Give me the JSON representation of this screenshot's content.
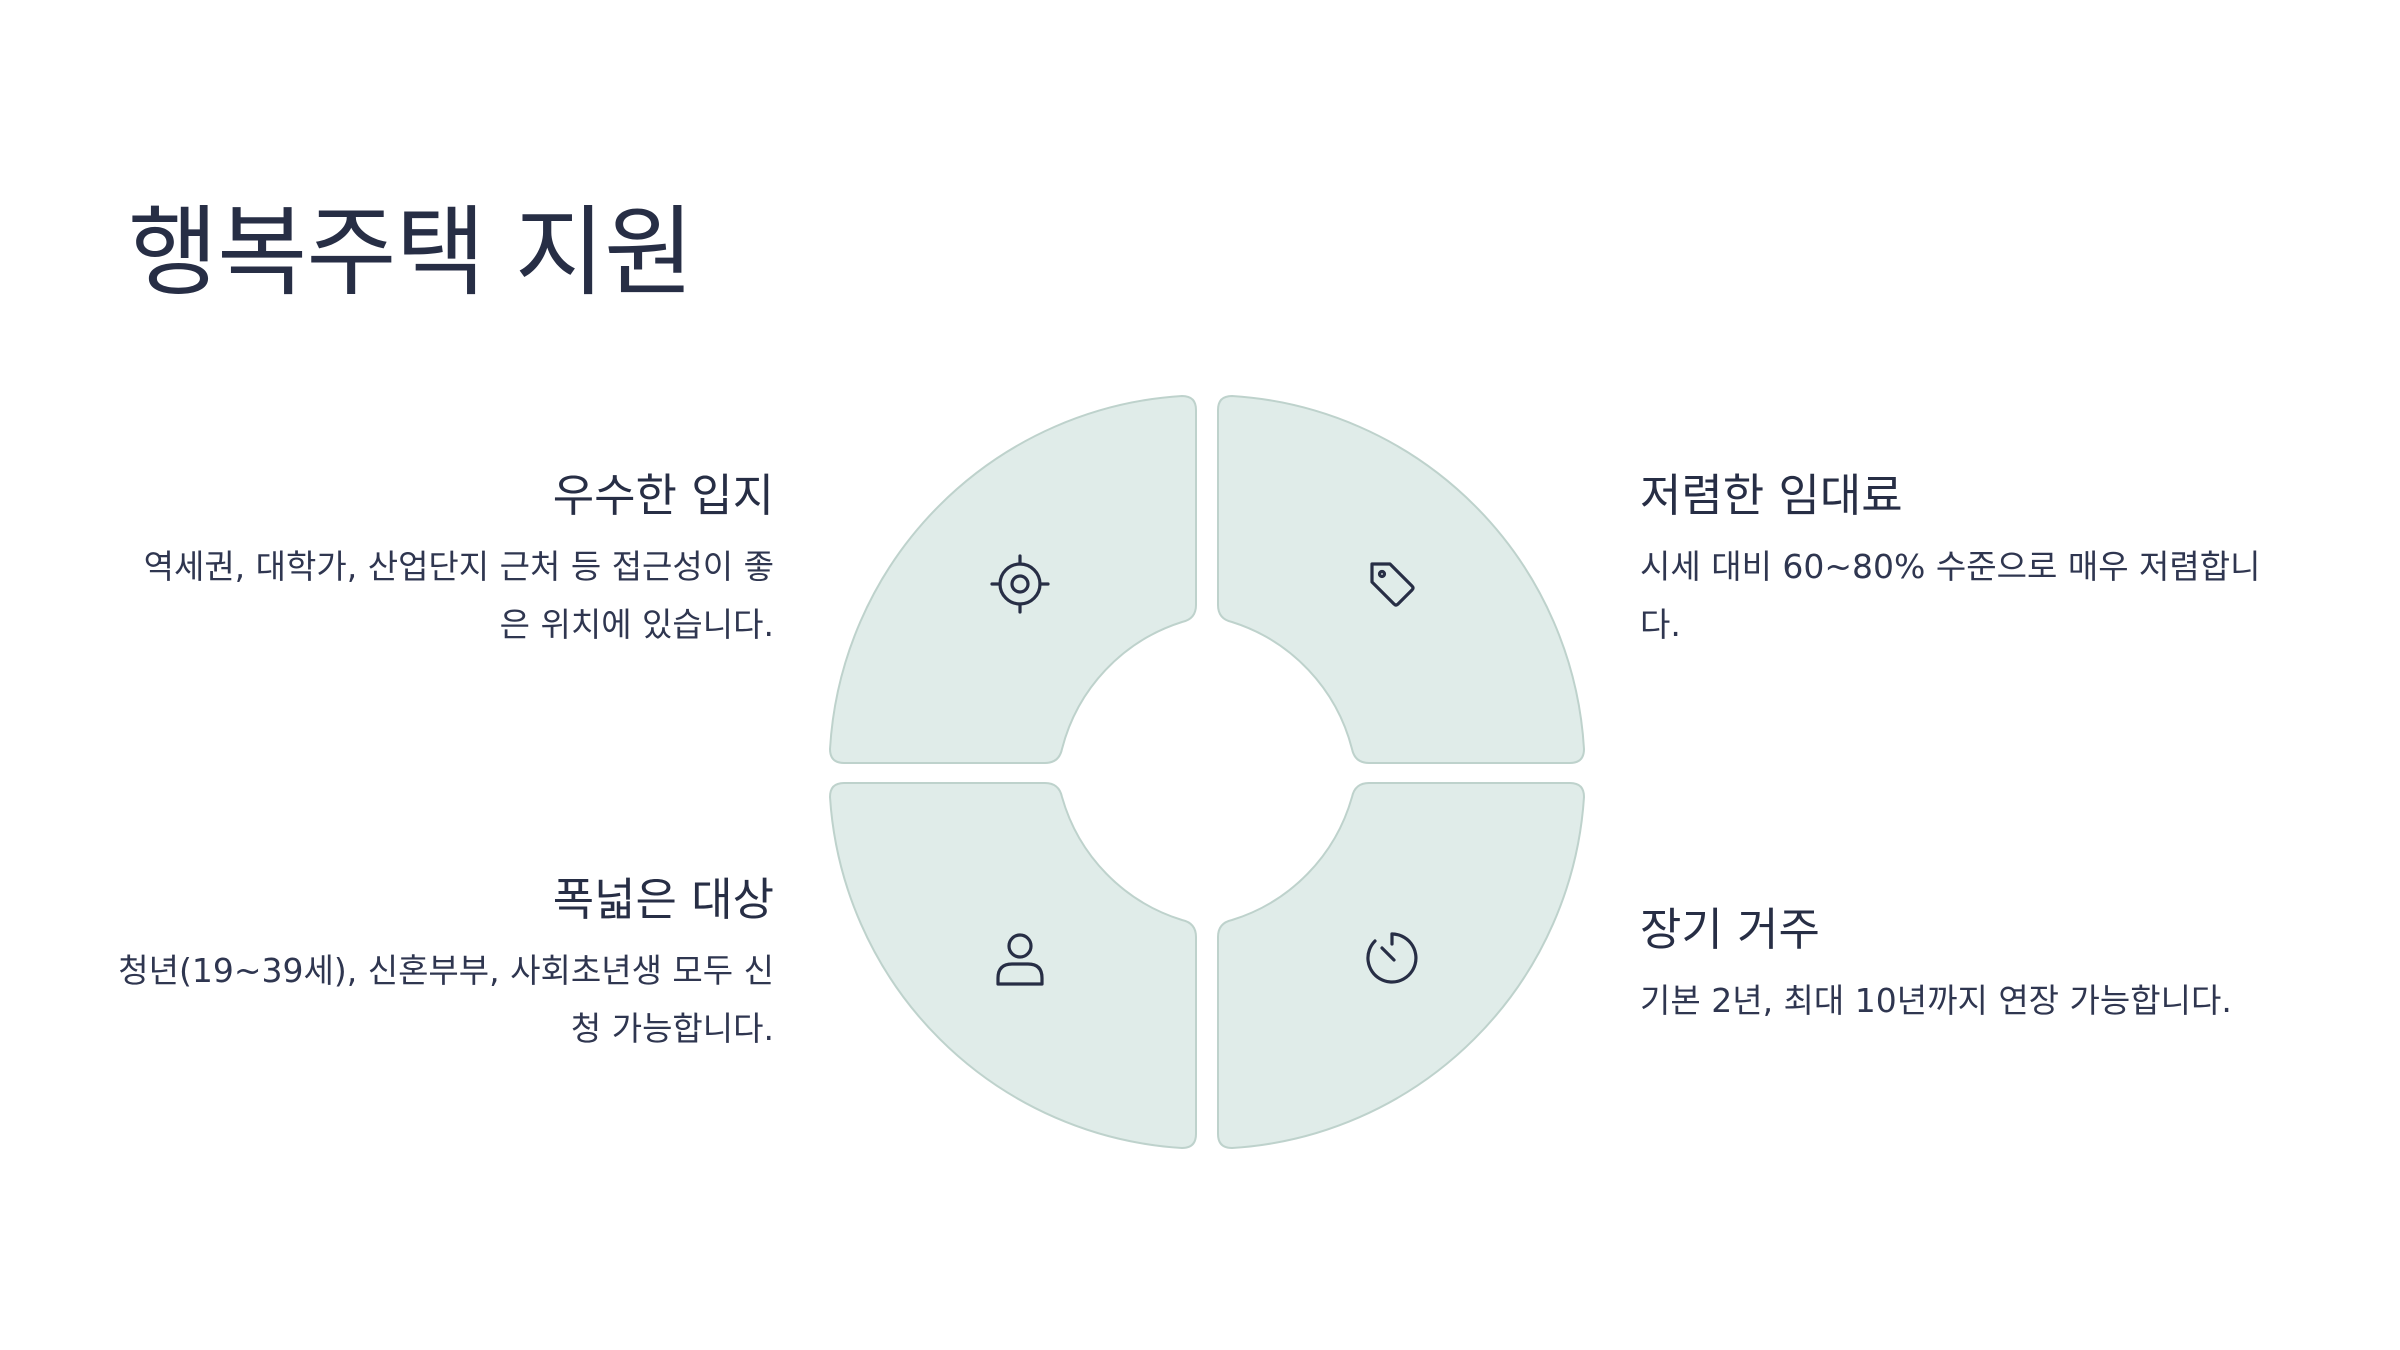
{
  "title": "행복주택 지원",
  "features": [
    {
      "id": "location",
      "title": "우수한 입지",
      "description": "역세권, 대학가, 산업단지 근처 등 접근성이 좋은 위치에 있습니다.",
      "icon": "target-icon"
    },
    {
      "id": "rent",
      "title": "저렴한 임대료",
      "description": "시세 대비 60~80% 수준으로 매우 저렴합니다.",
      "icon": "tag-icon"
    },
    {
      "id": "eligibility",
      "title": "폭넓은 대상",
      "description": "청년(19~39세), 신혼부부, 사회초년생 모두 신청 가능합니다.",
      "icon": "user-icon"
    },
    {
      "id": "residence",
      "title": "장기 거주",
      "description": "기본 2년, 최대 10년까지 연장 가능합니다.",
      "icon": "timer-icon"
    }
  ],
  "colors": {
    "segment_fill": "#e0ece9",
    "segment_stroke": "#bed2cc",
    "text": "#272e45"
  }
}
